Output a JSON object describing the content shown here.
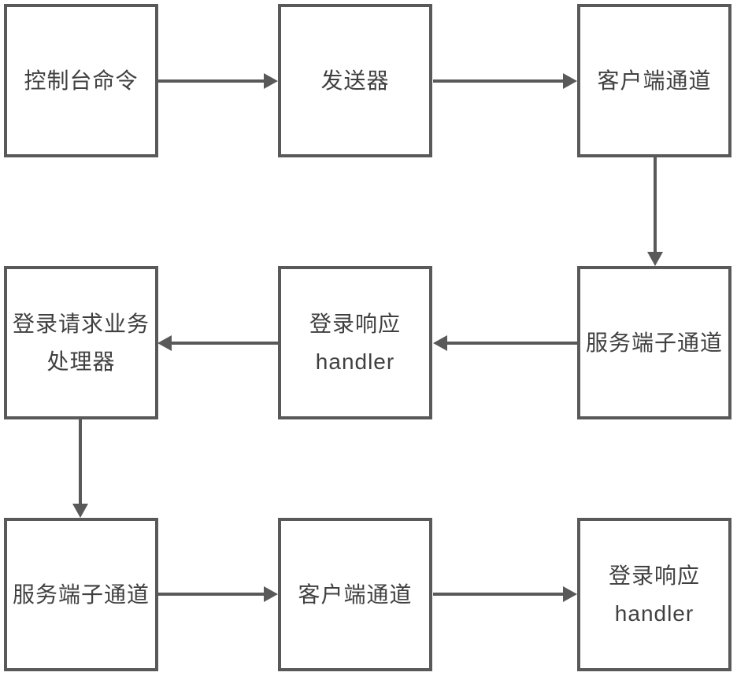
{
  "diagram": {
    "background_color": "#ffffff",
    "stroke_color": "#595959",
    "text_color": "#404040",
    "nodes": [
      {
        "id": "console-command",
        "label": "控制台命令"
      },
      {
        "id": "sender",
        "label": "发送器"
      },
      {
        "id": "client-channel-top",
        "label": "客户端通道"
      },
      {
        "id": "server-child-channel-mid",
        "label": "服务端子通道"
      },
      {
        "id": "login-response-handler-mid",
        "label_line1": "登录响应",
        "label_line2": "handler"
      },
      {
        "id": "login-request-business-handler",
        "label_line1": "登录请求业务",
        "label_line2": "处理器"
      },
      {
        "id": "server-child-channel-bottom",
        "label": "服务端子通道"
      },
      {
        "id": "client-channel-bottom",
        "label": "客户端通道"
      },
      {
        "id": "login-response-handler-bottom",
        "label_line1": "登录响应",
        "label_line2": "handler"
      }
    ],
    "edges": [
      {
        "from": "console-command",
        "to": "sender",
        "direction": "right"
      },
      {
        "from": "sender",
        "to": "client-channel-top",
        "direction": "right"
      },
      {
        "from": "client-channel-top",
        "to": "server-child-channel-mid",
        "direction": "down"
      },
      {
        "from": "server-child-channel-mid",
        "to": "login-response-handler-mid",
        "direction": "left"
      },
      {
        "from": "login-response-handler-mid",
        "to": "login-request-business-handler",
        "direction": "left"
      },
      {
        "from": "login-request-business-handler",
        "to": "server-child-channel-bottom",
        "direction": "down"
      },
      {
        "from": "server-child-channel-bottom",
        "to": "client-channel-bottom",
        "direction": "right"
      },
      {
        "from": "client-channel-bottom",
        "to": "login-response-handler-bottom",
        "direction": "right"
      }
    ]
  }
}
